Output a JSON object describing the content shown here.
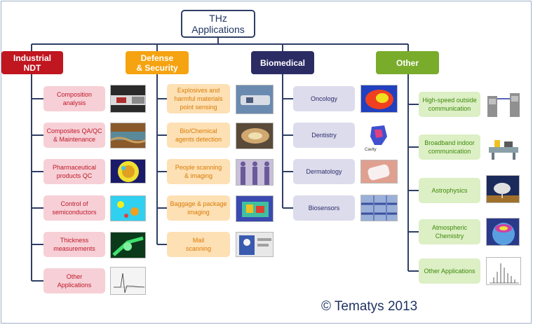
{
  "root": {
    "line1": "THz",
    "line2": "Applications"
  },
  "categories": {
    "industrial": {
      "line1": "Industrial",
      "line2": "NDT",
      "color": "#c0161f"
    },
    "defense": {
      "line1": "Defense",
      "line2": "& Security",
      "color": "#f5a310"
    },
    "biomedical": {
      "line1": "Biomedical",
      "color": "#2c2c64"
    },
    "other": {
      "line1": "Other",
      "color": "#7aac2c"
    }
  },
  "industrial_items": [
    {
      "line1": "Composition",
      "line2": "analysis"
    },
    {
      "line1": "Composites QA/QC",
      "line2": "& Maintenance"
    },
    {
      "line1": "Pharmaceutical",
      "line2": "products QC"
    },
    {
      "line1": "Control of",
      "line2": "semiconductors"
    },
    {
      "line1": "Thickness",
      "line2": "measurements"
    },
    {
      "line1": "Other",
      "line2": "Applications"
    }
  ],
  "defense_items": [
    {
      "line1": "Explosives and",
      "line2": "harmful materials",
      "line3": "point sensing"
    },
    {
      "line1": "Bio/Chemical",
      "line2": "agents detection"
    },
    {
      "line1": "People scanning",
      "line2": "& imaging"
    },
    {
      "line1": "Baggage  & package",
      "line2": "imaging"
    },
    {
      "line1": "Mail",
      "line2": "scanning"
    }
  ],
  "biomedical_items": [
    {
      "line1": "Oncology"
    },
    {
      "line1": "Dentistry"
    },
    {
      "line1": "Dermatology"
    },
    {
      "line1": "Biosensors"
    }
  ],
  "other_items": [
    {
      "line1": "High-speed outside",
      "line2": "communication"
    },
    {
      "line1": "Broadband indoor",
      "line2": "communication"
    },
    {
      "line1": "Astrophysics"
    },
    {
      "line1": "Atmospheric",
      "line2": "Chemistry"
    },
    {
      "line1": "Other Applications"
    }
  ],
  "thumb_labels": {
    "dentistry": "Cavity"
  },
  "copyright": "© Tematys 2013"
}
